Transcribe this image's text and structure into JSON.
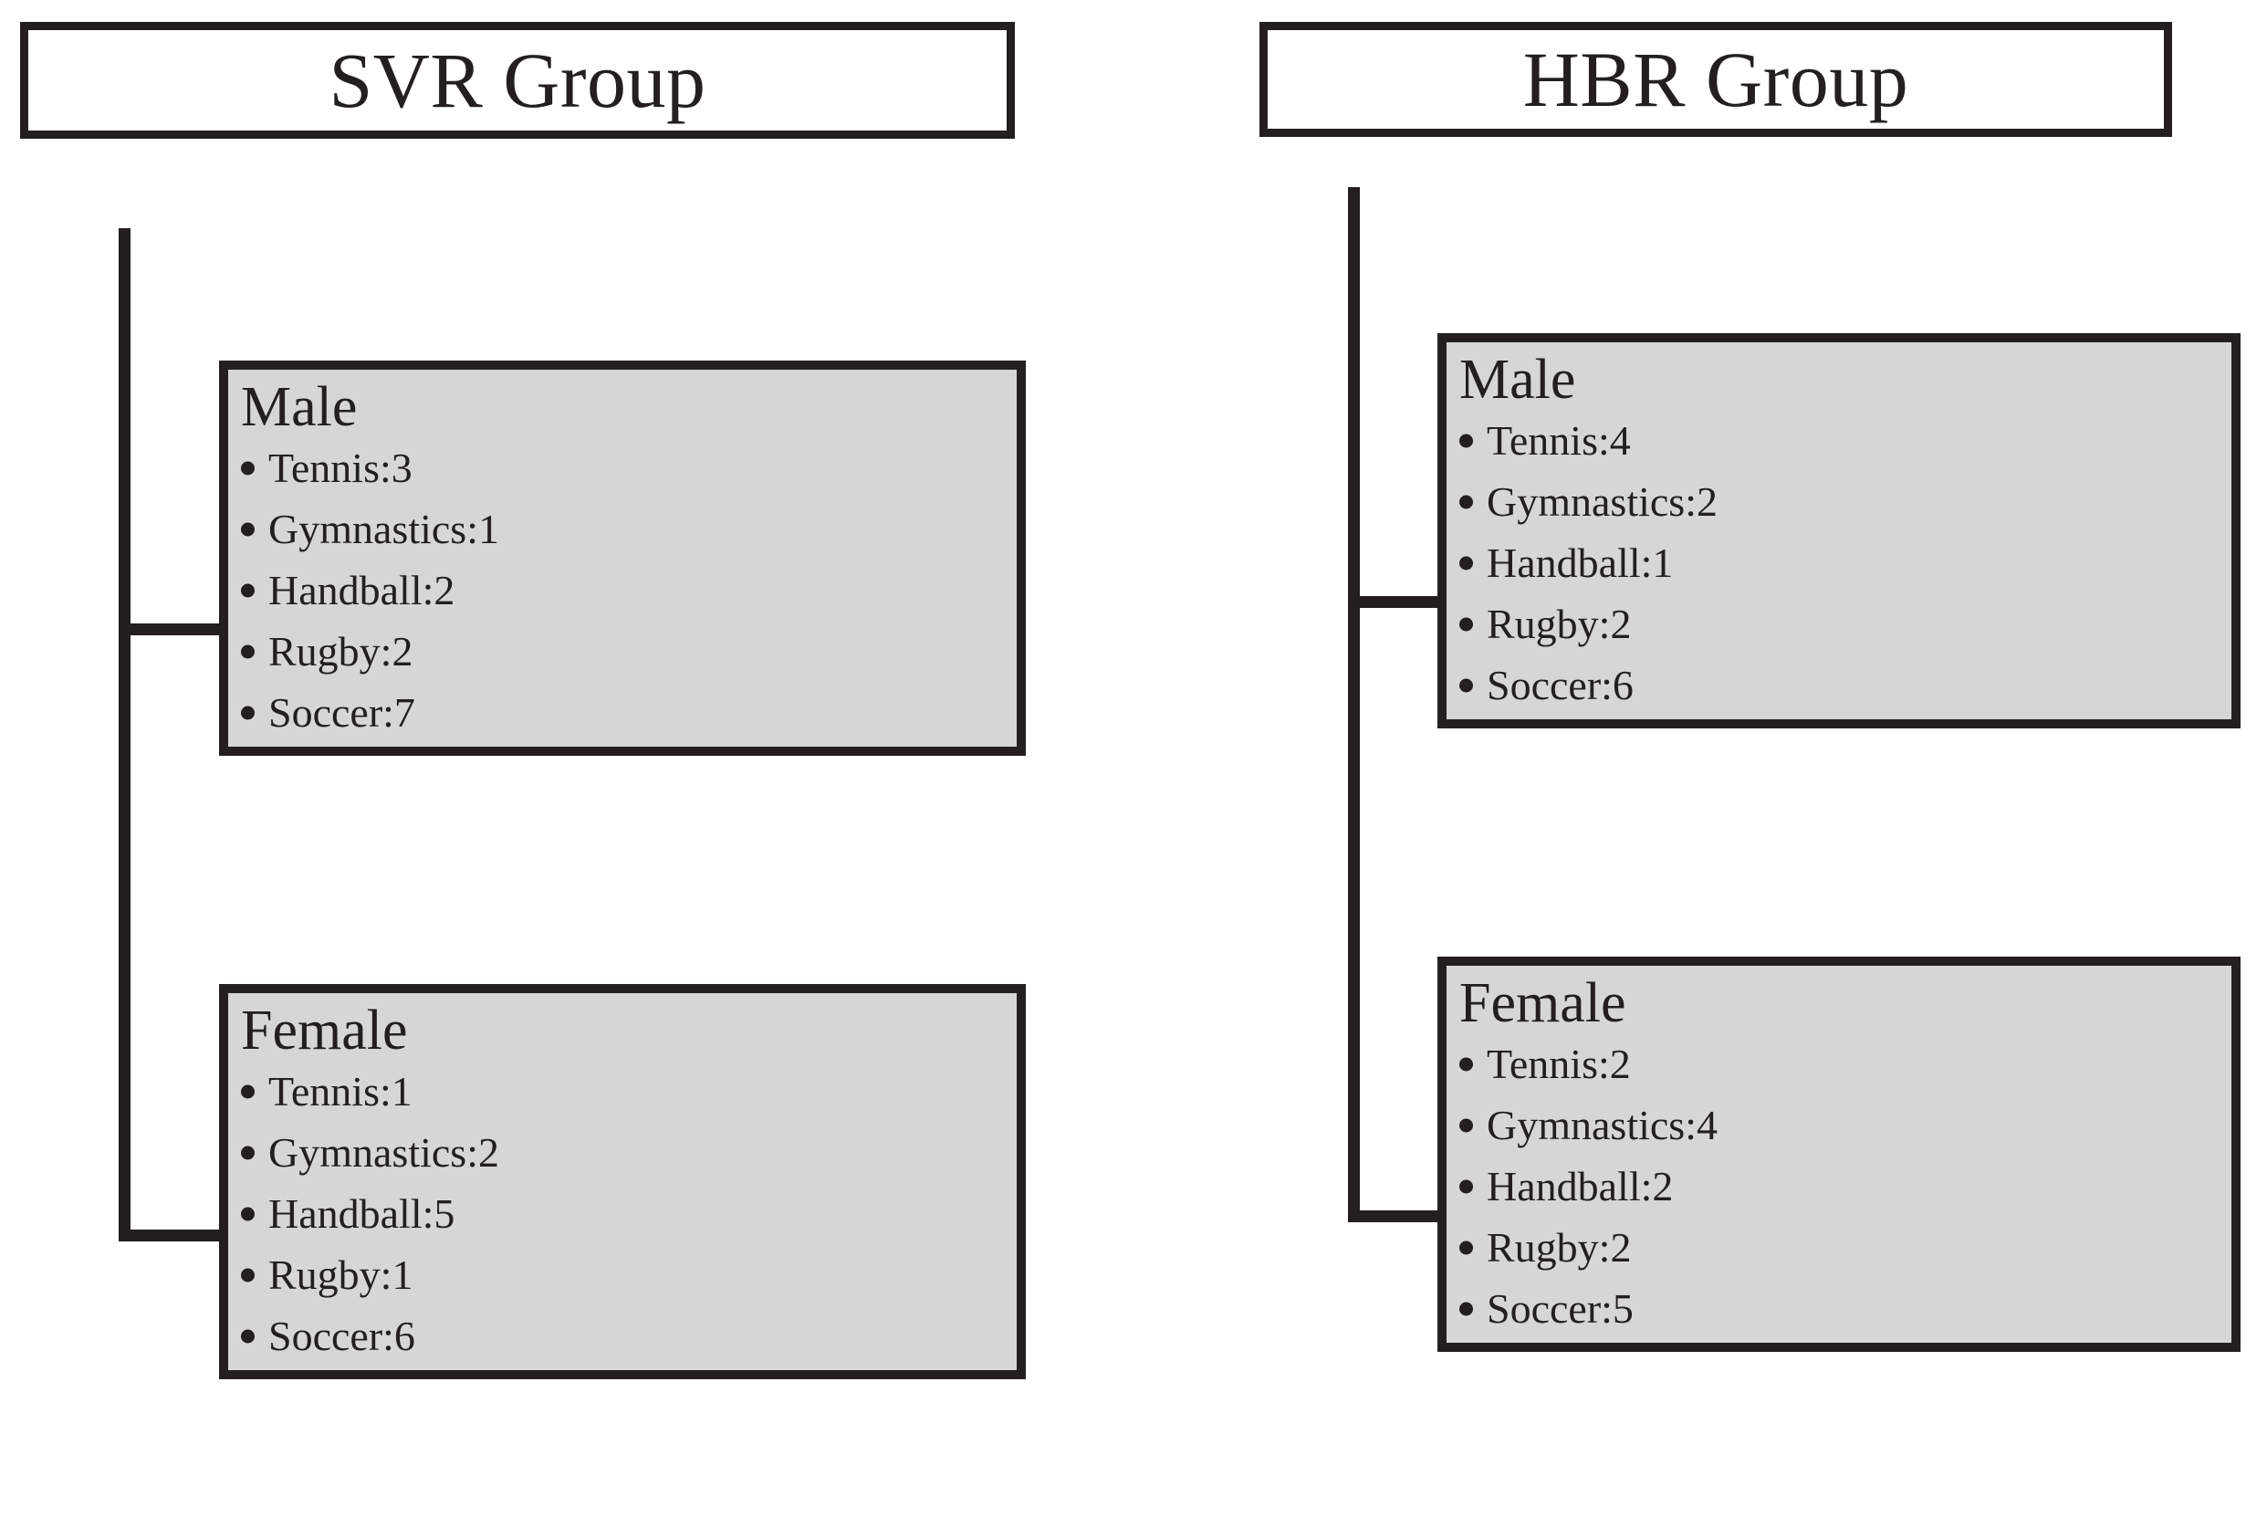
{
  "diagram": {
    "type": "tree",
    "orientation": "top-down",
    "colors": {
      "line": "#231f20",
      "text": "#231f20",
      "root_fill": "#ffffff",
      "child_fill": "#d6d6d6"
    },
    "groups": [
      {
        "id": "svr",
        "title": "SVR Group",
        "children": [
          {
            "id": "svr-male",
            "title": "Male",
            "items": [
              "Tennis:3",
              "Gymnastics:1",
              "Handball:2",
              "Rugby:2",
              "Soccer:7"
            ],
            "values": {
              "Tennis": 3,
              "Gymnastics": 1,
              "Handball": 2,
              "Rugby": 2,
              "Soccer": 7
            }
          },
          {
            "id": "svr-female",
            "title": "Female",
            "items": [
              "Tennis:1",
              "Gymnastics:2",
              "Handball:5",
              "Rugby:1",
              "Soccer:6"
            ],
            "values": {
              "Tennis": 1,
              "Gymnastics": 2,
              "Handball": 5,
              "Rugby": 1,
              "Soccer": 6
            }
          }
        ]
      },
      {
        "id": "hbr",
        "title": "HBR Group",
        "children": [
          {
            "id": "hbr-male",
            "title": "Male",
            "items": [
              "Tennis:4",
              "Gymnastics:2",
              "Handball:1",
              "Rugby:2",
              "Soccer:6"
            ],
            "values": {
              "Tennis": 4,
              "Gymnastics": 2,
              "Handball": 1,
              "Rugby": 2,
              "Soccer": 6
            }
          },
          {
            "id": "hbr-female",
            "title": "Female",
            "items": [
              "Tennis:2",
              "Gymnastics:4",
              "Handball:2",
              "Rugby:2",
              "Soccer:5"
            ],
            "values": {
              "Tennis": 2,
              "Gymnastics": 4,
              "Handball": 2,
              "Rugby": 2,
              "Soccer": 5
            }
          }
        ]
      }
    ]
  }
}
